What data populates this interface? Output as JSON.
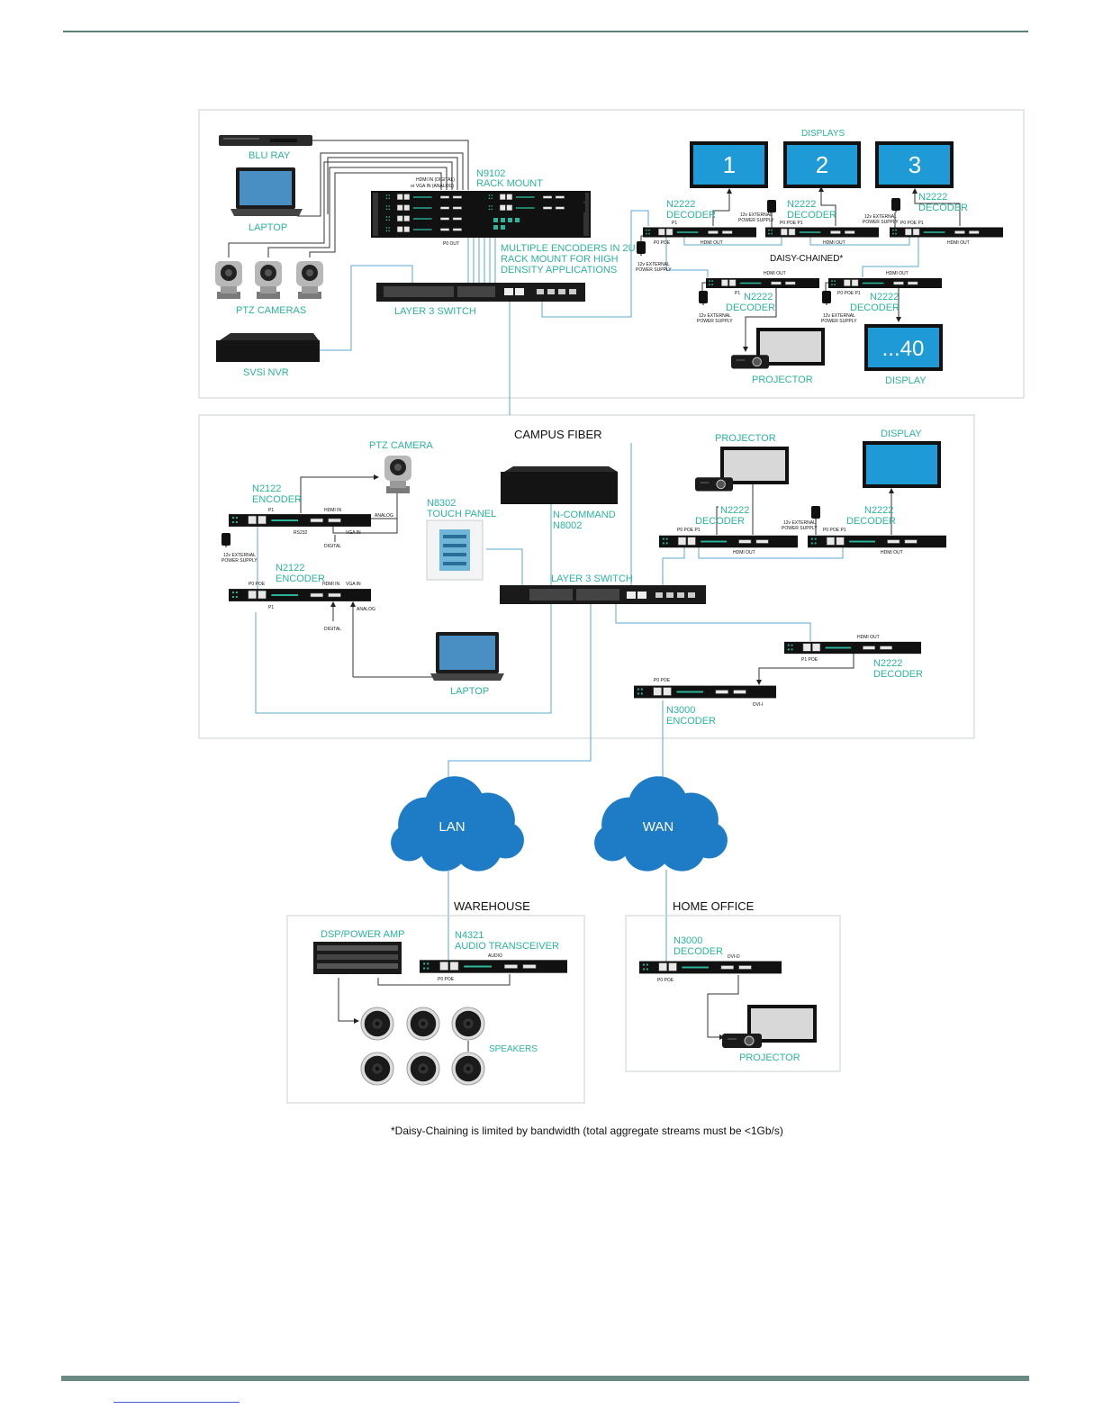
{
  "top": {
    "blu_ray": "BLU RAY",
    "laptop": "LAPTOP",
    "ptz_cameras": "PTZ CAMERAS",
    "svsi_nvr": "SVSi NVR",
    "hdmi_in_line1": "HDMI IN (DIGITAL)",
    "hdmi_in_line2": "or VGA IN (ANALOG)",
    "n9102_line1": "N9102",
    "n9102_line2": "RACK MOUNT",
    "p0_out": "P0 OUT",
    "multi_line1": "MULTIPLE ENCODERS IN 2U",
    "multi_line2": "RACK MOUNT FOR HIGH",
    "multi_line3": "DENSITY APPLICATIONS",
    "layer3_switch": "LAYER 3 SWITCH",
    "displays": "DISPLAYS",
    "display_numbers": [
      "1",
      "2",
      "3"
    ],
    "n2222": "N2222",
    "decoder": "DECODER",
    "p1": "P1",
    "p0_poe": "P0 POE",
    "p0_poe_p1": "P0 POE P1",
    "p0_poe_p1_alt": "P0 POE  P1",
    "hdmi_out": "HDMI OUT",
    "ext_power_line1": "12v EXTERNAL",
    "ext_power_line2": "POWER SUPPLY",
    "daisy_chained": "DAISY-CHAINED*",
    "projector": "PROJECTOR",
    "display_40": "...40",
    "display": "DISPLAY"
  },
  "middle": {
    "campus_fiber": "CAMPUS FIBER",
    "ptz_camera": "PTZ CAMERA",
    "n2122": "N2122",
    "encoder": "ENCODER",
    "p1": "P1",
    "hdmi_in": "HDMI IN",
    "analog": "ANALOG",
    "rs232": "RS232",
    "vga_in": "VGA IN",
    "digital": "DIGITAL",
    "ext_power_line1": "12v EXTERNAL",
    "ext_power_line2": "POWER SUPPLY",
    "p0_poe": "P0 POE",
    "laptop": "LAPTOP",
    "n8302": "N8302",
    "touch_panel": "TOUCH PANEL",
    "n_command": "N-COMMAND",
    "n8002": "N8002",
    "layer3_switch": "LAYER 3 SWITCH",
    "projector": "PROJECTOR",
    "display": "DISPLAY",
    "n2222": "N2222",
    "decoder": "DECODER",
    "p0_poe_p1": "P0 POE  P1",
    "hdmi_out": "HDMI OUT",
    "p1_poe": "P1 POE",
    "n3000": "N3000",
    "p0_poe_top": "P0 POE",
    "dvi_i": "DVI-I"
  },
  "clouds": {
    "lan": "LAN",
    "wan": "WAN"
  },
  "warehouse": {
    "title": "WAREHOUSE",
    "dsp": "DSP/POWER AMP",
    "n4321": "N4321",
    "audio_transceiver": "AUDIO TRANSCEIVER",
    "audio": "AUDIO",
    "p0_poe": "P0 POE",
    "speakers": "SPEAKERS"
  },
  "home_office": {
    "title": "HOME OFFICE",
    "n3000": "N3000",
    "decoder": "DECODER",
    "dvi_d": "DVI-D",
    "p0_poe": "P0 POE",
    "projector": "PROJECTOR"
  },
  "footnote": "*Daisy-Chaining is limited by bandwidth (total aggregate streams must be <1Gb/s)",
  "colors": {
    "accent": "#2bb59a",
    "link": "#58a7d6",
    "cloud": "#1e7cc6",
    "display": "#1e9ad6",
    "rule": "#6b8a84"
  }
}
